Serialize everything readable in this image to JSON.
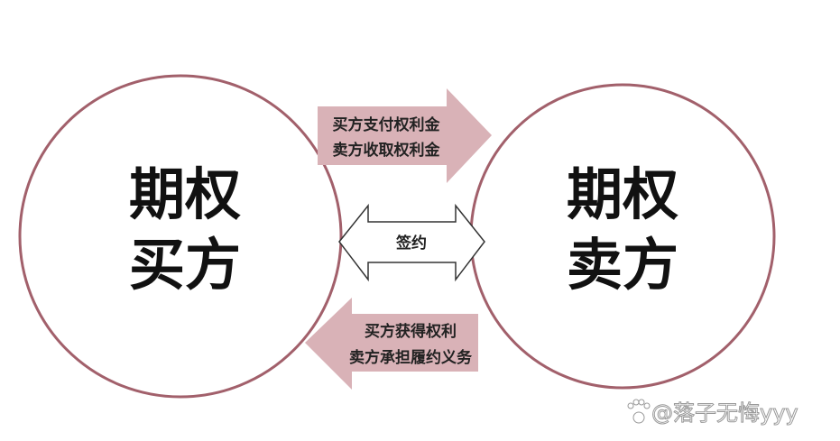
{
  "left_circle": {
    "line1": "期权",
    "line2": "买方"
  },
  "right_circle": {
    "line1": "期权",
    "line2": "卖方"
  },
  "top_arrow": {
    "line1": "买方支付权利金",
    "line2": "卖方收取权利金"
  },
  "middle_arrow": {
    "label": "签约"
  },
  "bottom_arrow": {
    "line1": "买方获得权利",
    "line2": "卖方承担履约义务"
  },
  "watermark": {
    "text": "@落子无悔yyy"
  },
  "colors": {
    "circle_stroke": "#a2606b",
    "arrow_fill": "#d9b2b7"
  }
}
